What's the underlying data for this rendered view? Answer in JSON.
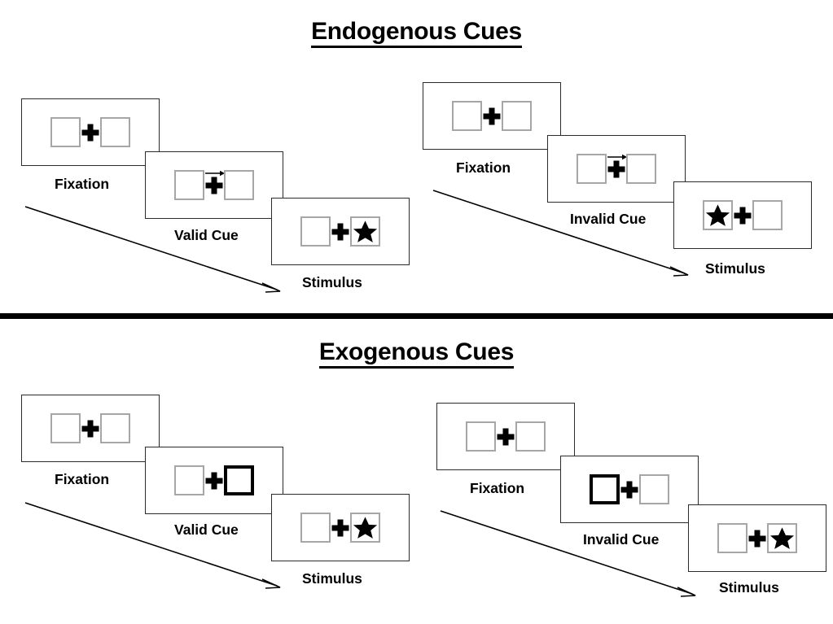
{
  "sections": [
    {
      "id": "endogenous",
      "title": "Endogenous Cues",
      "columns": [
        {
          "id": "endogenous-valid",
          "panels": [
            {
              "caption": "Fixation",
              "left_content": "empty",
              "right_content": "empty",
              "cue": "none",
              "cued_side": "none"
            },
            {
              "caption": "Valid Cue",
              "left_content": "empty",
              "right_content": "empty",
              "cue": "arrow",
              "cued_side": "right"
            },
            {
              "caption": "Stimulus",
              "left_content": "empty",
              "right_content": "star",
              "cue": "none",
              "cued_side": "none"
            }
          ]
        },
        {
          "id": "endogenous-invalid",
          "panels": [
            {
              "caption": "Fixation",
              "left_content": "empty",
              "right_content": "empty",
              "cue": "none",
              "cued_side": "none"
            },
            {
              "caption": "Invalid Cue",
              "left_content": "empty",
              "right_content": "empty",
              "cue": "arrow",
              "cued_side": "right"
            },
            {
              "caption": "Stimulus",
              "left_content": "star",
              "right_content": "empty",
              "cue": "none",
              "cued_side": "none"
            }
          ]
        }
      ]
    },
    {
      "id": "exogenous",
      "title": "Exogenous Cues",
      "columns": [
        {
          "id": "exogenous-valid",
          "panels": [
            {
              "caption": "Fixation",
              "left_content": "empty",
              "right_content": "empty",
              "cue": "none",
              "cued_side": "none"
            },
            {
              "caption": "Valid Cue",
              "left_content": "empty",
              "right_content": "empty",
              "cue": "box",
              "cued_side": "right"
            },
            {
              "caption": "Stimulus",
              "left_content": "empty",
              "right_content": "star",
              "cue": "none",
              "cued_side": "none"
            }
          ]
        },
        {
          "id": "exogenous-invalid",
          "panels": [
            {
              "caption": "Fixation",
              "left_content": "empty",
              "right_content": "empty",
              "cue": "none",
              "cued_side": "none"
            },
            {
              "caption": "Invalid Cue",
              "left_content": "empty",
              "right_content": "empty",
              "cue": "box",
              "cued_side": "left"
            },
            {
              "caption": "Stimulus",
              "left_content": "empty",
              "right_content": "star",
              "cue": "none",
              "cued_side": "none"
            }
          ]
        }
      ]
    }
  ],
  "labels": {
    "endogenous_title": "Endogenous Cues",
    "exogenous_title": "Exogenous Cues",
    "fixation": "Fixation",
    "valid_cue": "Valid Cue",
    "invalid_cue": "Invalid Cue",
    "stimulus": "Stimulus"
  },
  "captions": {
    "tl_1": "Fixation",
    "tl_2": "Valid Cue",
    "tl_3": "Stimulus",
    "tr_1": "Fixation",
    "tr_2": "Invalid Cue",
    "tr_3": "Stimulus",
    "bl_1": "Fixation",
    "bl_2": "Valid Cue",
    "bl_3": "Stimulus",
    "br_1": "Fixation",
    "br_2": "Invalid Cue",
    "br_3": "Stimulus"
  },
  "colors": {
    "background": "#ffffff",
    "ink": "#000000",
    "panel_border": "#2b2b2b",
    "placeholder_border": "#a6a6a6",
    "cue_border": "#000000",
    "divider": "#000000"
  },
  "icons": {
    "fixation_cross": "plus-icon",
    "direction_cue": "arrow-right-icon",
    "target": "star-icon",
    "flow": "arrow-diagonal-icon"
  }
}
